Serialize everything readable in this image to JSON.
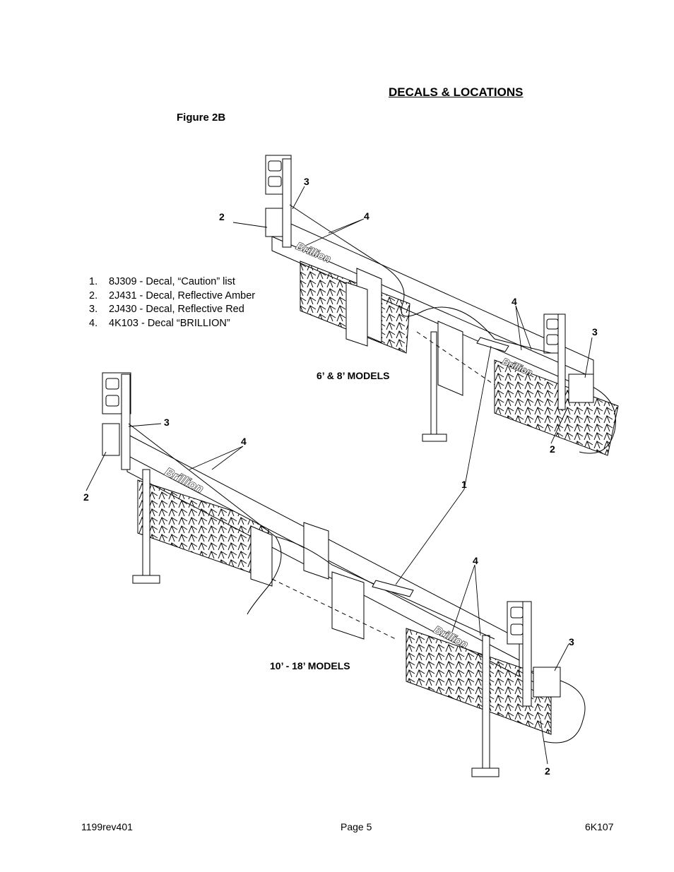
{
  "header": {
    "section_title": "DECALS & LOCATIONS",
    "figure_label": "Figure 2B"
  },
  "legend": [
    {
      "num": "1.",
      "text": "8J309 - Decal, “Caution” list"
    },
    {
      "num": "2.",
      "text": "2J431 - Decal, Reflective Amber"
    },
    {
      "num": "3.",
      "text": "2J430 - Decal, Reflective Red"
    },
    {
      "num": "4.",
      "text": "4K103 - Decal “BRILLION”"
    }
  ],
  "models": {
    "small": "6’ & 8’ MODELS",
    "large": "10’ - 18’ MODELS"
  },
  "callouts": {
    "c1": "1",
    "c2": "2",
    "c3": "3",
    "c4": "4"
  },
  "brand_text": "Brillion",
  "footer": {
    "left": "1199rev401",
    "center": "Page 5",
    "right": "6K107"
  }
}
